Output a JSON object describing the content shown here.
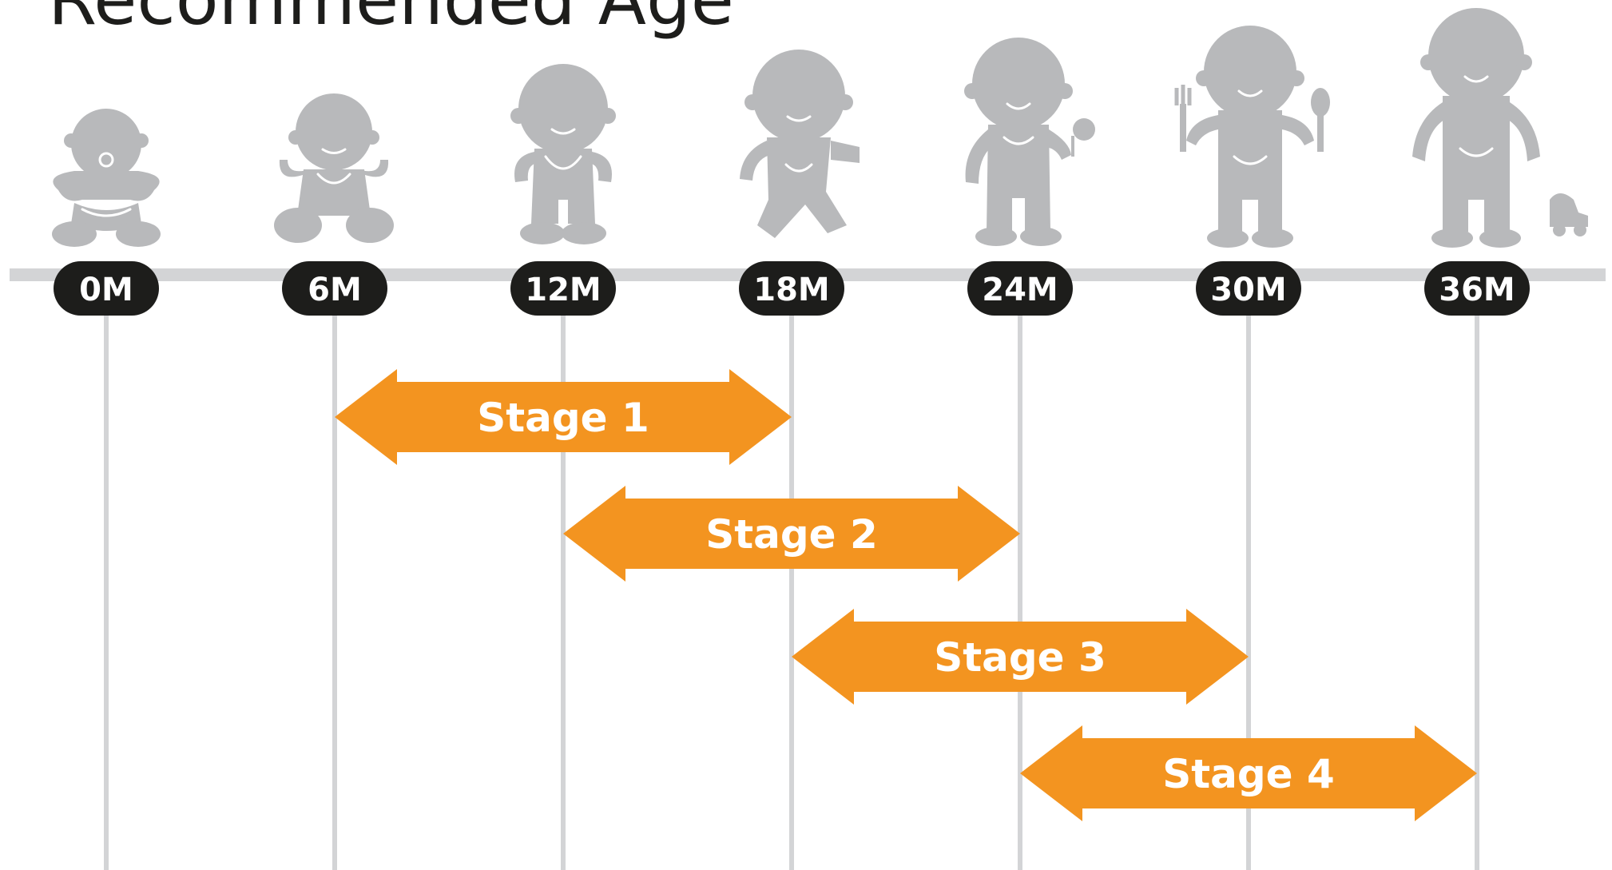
{
  "title": "Recommended Age",
  "colors": {
    "arrow": "#f39420",
    "figure": "#b8b9bb",
    "pill": "#1d1d1b",
    "guide": "#d3d4d6"
  },
  "ages": [
    "0M",
    "6M",
    "12M",
    "18M",
    "24M",
    "30M",
    "36M"
  ],
  "figures": [
    "newborn-icon",
    "sitting-baby-icon",
    "standing-baby-icon",
    "walking-toddler-icon",
    "toddler-lollipop-icon",
    "child-fork-spoon-icon",
    "child-toy-car-icon"
  ],
  "stages": [
    {
      "label": "Stage 1",
      "from": "6M",
      "to": "18M"
    },
    {
      "label": "Stage 2",
      "from": "12M",
      "to": "24M"
    },
    {
      "label": "Stage 3",
      "from": "18M",
      "to": "30M"
    },
    {
      "label": "Stage 4",
      "from": "24M",
      "to": "36M"
    }
  ]
}
